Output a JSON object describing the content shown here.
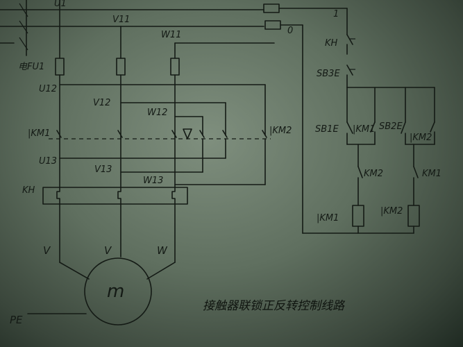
{
  "labels": {
    "top_u": "U1",
    "top_v": "V11",
    "top_w": "W11",
    "fuse": "电FU1",
    "u12": "U12",
    "v12": "V12",
    "w12": "W12",
    "km1_left": "|KM1",
    "km2_right": "|KM2",
    "u13": "U13",
    "v13": "V13",
    "w13": "W13",
    "kh": "KH",
    "phase_u": "V",
    "phase_v": "V",
    "phase_w": "W",
    "motor": "m",
    "pe": "PE",
    "ctrl_1": "1",
    "ctrl_0": "0",
    "kh_ctrl": "KH",
    "sb3": "SB3E",
    "sb1": "SB1E",
    "km1_aux": "|KM1",
    "sb2": "SB2E",
    "km2_aux": "|KM2",
    "km2_nc": "KM2",
    "km1_nc": "KM1",
    "km1_coil": "|KM1",
    "km2_coil": "|KM2"
  },
  "title": "接触器联锁正反转控制线路"
}
